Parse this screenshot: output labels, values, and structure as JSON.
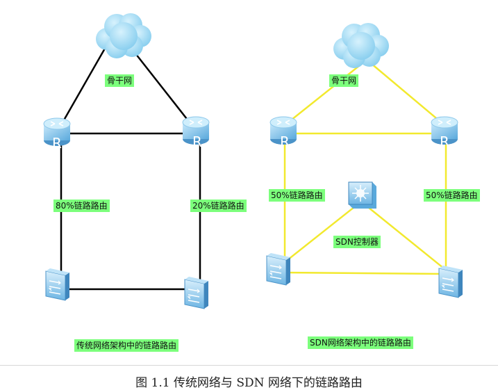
{
  "left": {
    "cloud_label": "骨干网",
    "link_left": "80%链路路由",
    "link_right": "20%链路路由",
    "caption": "传统网络架构中的链路路由",
    "line_color": "#000000"
  },
  "right": {
    "cloud_label": "骨干网",
    "link_left": "50%链路路由",
    "link_right": "50%链路路由",
    "controller_label": "SDN控制器",
    "caption": "SDN网络架构中的链路路由",
    "line_color": "#F2E92E"
  },
  "router_letter": "R",
  "figure_caption": "图 1.1 传统网络与 SDN 网络下的链路路由",
  "colors": {
    "label_bg": "#7CFF7C",
    "device_blue": "#8EC9EE",
    "cloud_blue": "#9ED9F3"
  }
}
